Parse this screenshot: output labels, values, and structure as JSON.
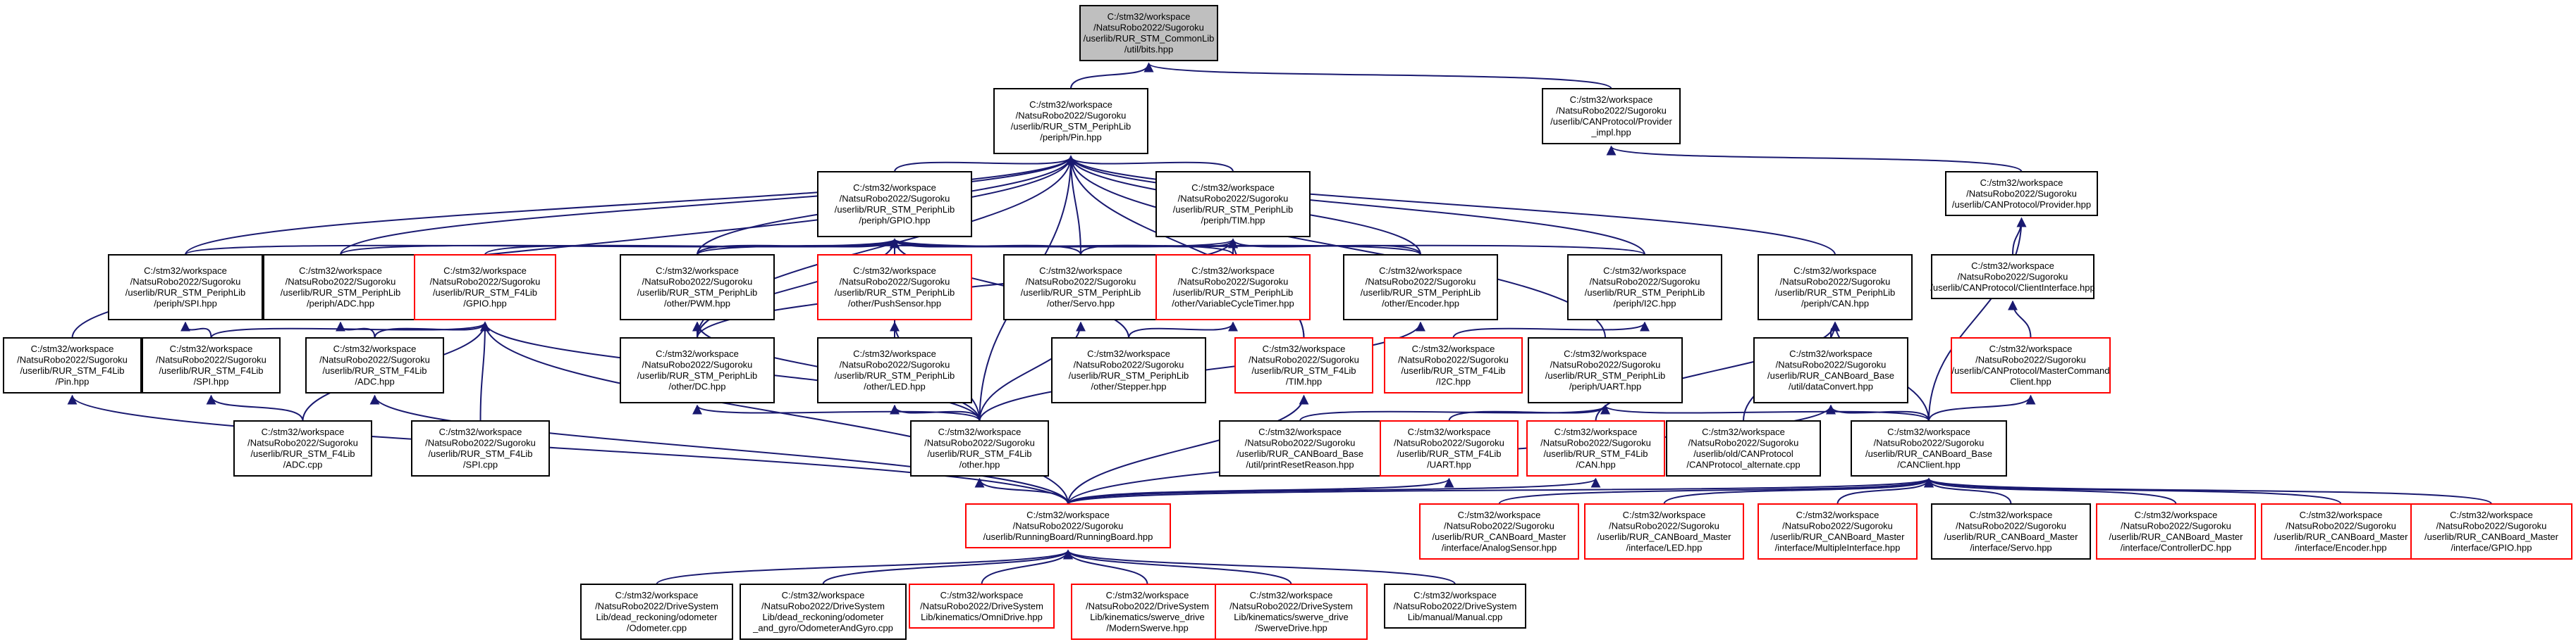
{
  "colors": {
    "edge": "#191970",
    "border_normal": "#000000",
    "border_red": "#ff0000",
    "root_fill": "#bfbfbf",
    "node_fill": "#ffffff"
  },
  "nodes": [
    {
      "id": "root",
      "style": "root",
      "lines": [
        "C:/stm32/workspace",
        "/NatsuRobo2022/Sugoroku",
        "/userlib/RUR_STM_CommonLib",
        "/util/bits.hpp"
      ]
    },
    {
      "id": "pin",
      "style": "normal",
      "lines": [
        "C:/stm32/workspace",
        "/NatsuRobo2022/Sugoroku",
        "/userlib/RUR_STM_PeriphLib",
        "/periph/Pin.hpp"
      ]
    },
    {
      "id": "provider_impl",
      "style": "normal",
      "lines": [
        "C:/stm32/workspace",
        "/NatsuRobo2022/Sugoroku",
        "/userlib/CANProtocol/Provider",
        "_impl.hpp"
      ]
    },
    {
      "id": "gpio",
      "style": "normal",
      "lines": [
        "C:/stm32/workspace",
        "/NatsuRobo2022/Sugoroku",
        "/userlib/RUR_STM_PeriphLib",
        "/periph/GPIO.hpp"
      ]
    },
    {
      "id": "tim",
      "style": "normal",
      "lines": [
        "C:/stm32/workspace",
        "/NatsuRobo2022/Sugoroku",
        "/userlib/RUR_STM_PeriphLib",
        "/periph/TIM.hpp"
      ]
    },
    {
      "id": "provider",
      "style": "normal",
      "lines": [
        "C:/stm32/workspace",
        "/NatsuRobo2022/Sugoroku",
        "/userlib/CANProtocol/Provider.hpp"
      ]
    },
    {
      "id": "spi",
      "style": "normal",
      "lines": [
        "C:/stm32/workspace",
        "/NatsuRobo2022/Sugoroku",
        "/userlib/RUR_STM_PeriphLib",
        "/periph/SPI.hpp"
      ]
    },
    {
      "id": "adc",
      "style": "normal",
      "lines": [
        "C:/stm32/workspace",
        "/NatsuRobo2022/Sugoroku",
        "/userlib/RUR_STM_PeriphLib",
        "/periph/ADC.hpp"
      ]
    },
    {
      "id": "gpio_f4",
      "style": "red",
      "lines": [
        "C:/stm32/workspace",
        "/NatsuRobo2022/Sugoroku",
        "/userlib/RUR_STM_F4Lib",
        "/GPIO.hpp"
      ]
    },
    {
      "id": "pwm",
      "style": "normal",
      "lines": [
        "C:/stm32/workspace",
        "/NatsuRobo2022/Sugoroku",
        "/userlib/RUR_STM_PeriphLib",
        "/other/PWM.hpp"
      ]
    },
    {
      "id": "pushsensor",
      "style": "red",
      "lines": [
        "C:/stm32/workspace",
        "/NatsuRobo2022/Sugoroku",
        "/userlib/RUR_STM_PeriphLib",
        "/other/PushSensor.hpp"
      ]
    },
    {
      "id": "servo",
      "style": "normal",
      "lines": [
        "C:/stm32/workspace",
        "/NatsuRobo2022/Sugoroku",
        "/userlib/RUR_STM_PeriphLib",
        "/other/Servo.hpp"
      ]
    },
    {
      "id": "vct",
      "style": "red",
      "lines": [
        "C:/stm32/workspace",
        "/NatsuRobo2022/Sugoroku",
        "/userlib/RUR_STM_PeriphLib",
        "/other/VariableCycleTimer.hpp"
      ]
    },
    {
      "id": "encoder",
      "style": "normal",
      "lines": [
        "C:/stm32/workspace",
        "/NatsuRobo2022/Sugoroku",
        "/userlib/RUR_STM_PeriphLib",
        "/other/Encoder.hpp"
      ]
    },
    {
      "id": "i2c",
      "style": "normal",
      "lines": [
        "C:/stm32/workspace",
        "/NatsuRobo2022/Sugoroku",
        "/userlib/RUR_STM_PeriphLib",
        "/periph/I2C.hpp"
      ]
    },
    {
      "id": "can",
      "style": "normal",
      "lines": [
        "C:/stm32/workspace",
        "/NatsuRobo2022/Sugoroku",
        "/userlib/RUR_STM_PeriphLib",
        "/periph/CAN.hpp"
      ]
    },
    {
      "id": "clientif",
      "style": "normal",
      "lines": [
        "C:/stm32/workspace",
        "/NatsuRobo2022/Sugoroku",
        "/userlib/CANProtocol/ClientInterface.hpp"
      ]
    },
    {
      "id": "pin_f4",
      "style": "normal",
      "lines": [
        "C:/stm32/workspace",
        "/NatsuRobo2022/Sugoroku",
        "/userlib/RUR_STM_F4Lib",
        "/Pin.hpp"
      ]
    },
    {
      "id": "spi_f4",
      "style": "normal",
      "lines": [
        "C:/stm32/workspace",
        "/NatsuRobo2022/Sugoroku",
        "/userlib/RUR_STM_F4Lib",
        "/SPI.hpp"
      ]
    },
    {
      "id": "adc_f4",
      "style": "normal",
      "lines": [
        "C:/stm32/workspace",
        "/NatsuRobo2022/Sugoroku",
        "/userlib/RUR_STM_F4Lib",
        "/ADC.hpp"
      ]
    },
    {
      "id": "dc",
      "style": "normal",
      "lines": [
        "C:/stm32/workspace",
        "/NatsuRobo2022/Sugoroku",
        "/userlib/RUR_STM_PeriphLib",
        "/other/DC.hpp"
      ]
    },
    {
      "id": "led",
      "style": "normal",
      "lines": [
        "C:/stm32/workspace",
        "/NatsuRobo2022/Sugoroku",
        "/userlib/RUR_STM_PeriphLib",
        "/other/LED.hpp"
      ]
    },
    {
      "id": "stepper",
      "style": "normal",
      "lines": [
        "C:/stm32/workspace",
        "/NatsuRobo2022/Sugoroku",
        "/userlib/RUR_STM_PeriphLib",
        "/other/Stepper.hpp"
      ]
    },
    {
      "id": "tim_f4",
      "style": "red",
      "lines": [
        "C:/stm32/workspace",
        "/NatsuRobo2022/Sugoroku",
        "/userlib/RUR_STM_F4Lib",
        "/TIM.hpp"
      ]
    },
    {
      "id": "i2c_f4",
      "style": "red",
      "lines": [
        "C:/stm32/workspace",
        "/NatsuRobo2022/Sugoroku",
        "/userlib/RUR_STM_F4Lib",
        "/I2C.hpp"
      ]
    },
    {
      "id": "uart",
      "style": "normal",
      "lines": [
        "C:/stm32/workspace",
        "/NatsuRobo2022/Sugoroku",
        "/userlib/RUR_STM_PeriphLib",
        "/periph/UART.hpp"
      ]
    },
    {
      "id": "dataconvert",
      "style": "normal",
      "lines": [
        "C:/stm32/workspace",
        "/NatsuRobo2022/Sugoroku",
        "/userlib/RUR_CANBoard_Base",
        "/util/dataConvert.hpp"
      ]
    },
    {
      "id": "mastercmd",
      "style": "red",
      "lines": [
        "C:/stm32/workspace",
        "/NatsuRobo2022/Sugoroku",
        "/userlib/CANProtocol/MasterCommand",
        "Client.hpp"
      ]
    },
    {
      "id": "adc_cpp",
      "style": "normal",
      "lines": [
        "C:/stm32/workspace",
        "/NatsuRobo2022/Sugoroku",
        "/userlib/RUR_STM_F4Lib",
        "/ADC.cpp"
      ]
    },
    {
      "id": "spi_cpp",
      "style": "normal",
      "lines": [
        "C:/stm32/workspace",
        "/NatsuRobo2022/Sugoroku",
        "/userlib/RUR_STM_F4Lib",
        "/SPI.cpp"
      ]
    },
    {
      "id": "other",
      "style": "normal",
      "lines": [
        "C:/stm32/workspace",
        "/NatsuRobo2022/Sugoroku",
        "/userlib/RUR_STM_F4Lib",
        "/other.hpp"
      ]
    },
    {
      "id": "printreset",
      "style": "normal",
      "lines": [
        "C:/stm32/workspace",
        "/NatsuRobo2022/Sugoroku",
        "/userlib/RUR_CANBoard_Base",
        "/util/printResetReason.hpp"
      ]
    },
    {
      "id": "uart_f4",
      "style": "red",
      "lines": [
        "C:/stm32/workspace",
        "/NatsuRobo2022/Sugoroku",
        "/userlib/RUR_STM_F4Lib",
        "/UART.hpp"
      ]
    },
    {
      "id": "can_f4",
      "style": "red",
      "lines": [
        "C:/stm32/workspace",
        "/NatsuRobo2022/Sugoroku",
        "/userlib/RUR_STM_F4Lib",
        "/CAN.hpp"
      ]
    },
    {
      "id": "canprotocol_alt",
      "style": "normal",
      "lines": [
        "C:/stm32/workspace",
        "/NatsuRobo2022/Sugoroku",
        "/userlib/old/CANProtocol",
        "/CANProtocol_alternate.cpp"
      ]
    },
    {
      "id": "canclient",
      "style": "normal",
      "lines": [
        "C:/stm32/workspace",
        "/NatsuRobo2022/Sugoroku",
        "/userlib/RUR_CANBoard_Base",
        "/CANClient.hpp"
      ]
    },
    {
      "id": "runningboard",
      "style": "red",
      "lines": [
        "C:/stm32/workspace",
        "/NatsuRobo2022/Sugoroku",
        "/userlib/RunningBoard/RunningBoard.hpp"
      ]
    },
    {
      "id": "m_analog",
      "style": "red",
      "lines": [
        "C:/stm32/workspace",
        "/NatsuRobo2022/Sugoroku",
        "/userlib/RUR_CANBoard_Master",
        "/interface/AnalogSensor.hpp"
      ]
    },
    {
      "id": "m_led",
      "style": "red",
      "lines": [
        "C:/stm32/workspace",
        "/NatsuRobo2022/Sugoroku",
        "/userlib/RUR_CANBoard_Master",
        "/interface/LED.hpp"
      ]
    },
    {
      "id": "m_multiple",
      "style": "red",
      "lines": [
        "C:/stm32/workspace",
        "/NatsuRobo2022/Sugoroku",
        "/userlib/RUR_CANBoard_Master",
        "/interface/MultipleInterface.hpp"
      ]
    },
    {
      "id": "m_servo",
      "style": "normal",
      "lines": [
        "C:/stm32/workspace",
        "/NatsuRobo2022/Sugoroku",
        "/userlib/RUR_CANBoard_Master",
        "/interface/Servo.hpp"
      ]
    },
    {
      "id": "m_controllerdc",
      "style": "red",
      "lines": [
        "C:/stm32/workspace",
        "/NatsuRobo2022/Sugoroku",
        "/userlib/RUR_CANBoard_Master",
        "/interface/ControllerDC.hpp"
      ]
    },
    {
      "id": "m_encoder",
      "style": "red",
      "lines": [
        "C:/stm32/workspace",
        "/NatsuRobo2022/Sugoroku",
        "/userlib/RUR_CANBoard_Master",
        "/interface/Encoder.hpp"
      ]
    },
    {
      "id": "m_gpio",
      "style": "red",
      "lines": [
        "C:/stm32/workspace",
        "/NatsuRobo2022/Sugoroku",
        "/userlib/RUR_CANBoard_Master",
        "/interface/GPIO.hpp"
      ]
    },
    {
      "id": "odometer",
      "style": "normal",
      "lines": [
        "C:/stm32/workspace",
        "/NatsuRobo2022/DriveSystem",
        "Lib/dead_reckoning/odometer",
        "/Odometer.cpp"
      ]
    },
    {
      "id": "odometergyro",
      "style": "normal",
      "lines": [
        "C:/stm32/workspace",
        "/NatsuRobo2022/DriveSystem",
        "Lib/dead_reckoning/odometer",
        "_and_gyro/OdometerAndGyro.cpp"
      ]
    },
    {
      "id": "omnidrive",
      "style": "red",
      "lines": [
        "C:/stm32/workspace",
        "/NatsuRobo2022/DriveSystem",
        "Lib/kinematics/OmniDrive.hpp"
      ]
    },
    {
      "id": "modernswerve",
      "style": "red",
      "lines": [
        "C:/stm32/workspace",
        "/NatsuRobo2022/DriveSystem",
        "Lib/kinematics/swerve_drive",
        "/ModernSwerve.hpp"
      ]
    },
    {
      "id": "swervedrive",
      "style": "red",
      "lines": [
        "C:/stm32/workspace",
        "/NatsuRobo2022/DriveSystem",
        "Lib/kinematics/swerve_drive",
        "/SwerveDrive.hpp"
      ]
    },
    {
      "id": "manual",
      "style": "normal",
      "lines": [
        "C:/stm32/workspace",
        "/NatsuRobo2022/DriveSystem",
        "Lib/manual/Manual.cpp"
      ]
    }
  ],
  "edges": [
    [
      "pin",
      "root"
    ],
    [
      "provider_impl",
      "root"
    ],
    [
      "gpio",
      "pin"
    ],
    [
      "tim",
      "pin"
    ],
    [
      "spi",
      "pin"
    ],
    [
      "adc",
      "pin"
    ],
    [
      "pin_f4",
      "pin"
    ],
    [
      "pwm",
      "pin"
    ],
    [
      "servo",
      "pin"
    ],
    [
      "encoder",
      "pin"
    ],
    [
      "i2c",
      "pin"
    ],
    [
      "can",
      "pin"
    ],
    [
      "uart",
      "pin"
    ],
    [
      "dc",
      "pin"
    ],
    [
      "other",
      "pin"
    ],
    [
      "tim_f4",
      "pin"
    ],
    [
      "provider",
      "provider_impl"
    ],
    [
      "spi",
      "gpio"
    ],
    [
      "adc",
      "gpio"
    ],
    [
      "gpio_f4",
      "gpio"
    ],
    [
      "pwm",
      "gpio"
    ],
    [
      "pushsensor",
      "gpio"
    ],
    [
      "servo",
      "gpio"
    ],
    [
      "vct",
      "gpio"
    ],
    [
      "encoder",
      "gpio"
    ],
    [
      "i2c",
      "gpio"
    ],
    [
      "dc",
      "gpio"
    ],
    [
      "led",
      "gpio"
    ],
    [
      "stepper",
      "gpio"
    ],
    [
      "pwm",
      "tim"
    ],
    [
      "servo",
      "tim"
    ],
    [
      "vct",
      "tim"
    ],
    [
      "encoder",
      "tim"
    ],
    [
      "dc",
      "tim"
    ],
    [
      "tim_f4",
      "tim"
    ],
    [
      "clientif",
      "provider"
    ],
    [
      "canclient",
      "provider"
    ],
    [
      "spi_f4",
      "spi"
    ],
    [
      "adc_f4",
      "adc"
    ],
    [
      "spi_f4",
      "gpio_f4"
    ],
    [
      "adc_f4",
      "gpio_f4"
    ],
    [
      "adc_cpp",
      "gpio_f4"
    ],
    [
      "spi_cpp",
      "gpio_f4"
    ],
    [
      "other",
      "gpio_f4"
    ],
    [
      "runningboard",
      "gpio_f4"
    ],
    [
      "dc",
      "pwm"
    ],
    [
      "other",
      "pwm"
    ],
    [
      "other",
      "pushsensor"
    ],
    [
      "other",
      "servo"
    ],
    [
      "stepper",
      "vct"
    ],
    [
      "other",
      "encoder"
    ],
    [
      "i2c_f4",
      "i2c"
    ],
    [
      "dataconvert",
      "can"
    ],
    [
      "canclient",
      "can"
    ],
    [
      "can_f4",
      "can"
    ],
    [
      "canprotocol_alt",
      "can"
    ],
    [
      "mastercmd",
      "clientif"
    ],
    [
      "canclient",
      "mastercmd"
    ],
    [
      "runningboard",
      "pin_f4"
    ],
    [
      "adc_cpp",
      "spi_f4"
    ],
    [
      "runningboard",
      "adc_f4"
    ],
    [
      "other",
      "dc"
    ],
    [
      "other",
      "led"
    ],
    [
      "runningboard",
      "tim_f4"
    ],
    [
      "printreset",
      "uart"
    ],
    [
      "uart_f4",
      "uart"
    ],
    [
      "canclient",
      "uart"
    ],
    [
      "canclient",
      "dataconvert"
    ],
    [
      "runningboard",
      "dataconvert"
    ],
    [
      "runningboard",
      "other"
    ],
    [
      "runningboard",
      "uart_f4"
    ],
    [
      "runningboard",
      "can_f4"
    ],
    [
      "runningboard",
      "canclient"
    ],
    [
      "m_analog",
      "canclient"
    ],
    [
      "m_led",
      "canclient"
    ],
    [
      "m_multiple",
      "canclient"
    ],
    [
      "m_servo",
      "canclient"
    ],
    [
      "m_controllerdc",
      "canclient"
    ],
    [
      "m_encoder",
      "canclient"
    ],
    [
      "m_gpio",
      "canclient"
    ],
    [
      "odometer",
      "runningboard"
    ],
    [
      "odometergyro",
      "runningboard"
    ],
    [
      "omnidrive",
      "runningboard"
    ],
    [
      "modernswerve",
      "runningboard"
    ],
    [
      "swervedrive",
      "runningboard"
    ],
    [
      "manual",
      "runningboard"
    ]
  ]
}
